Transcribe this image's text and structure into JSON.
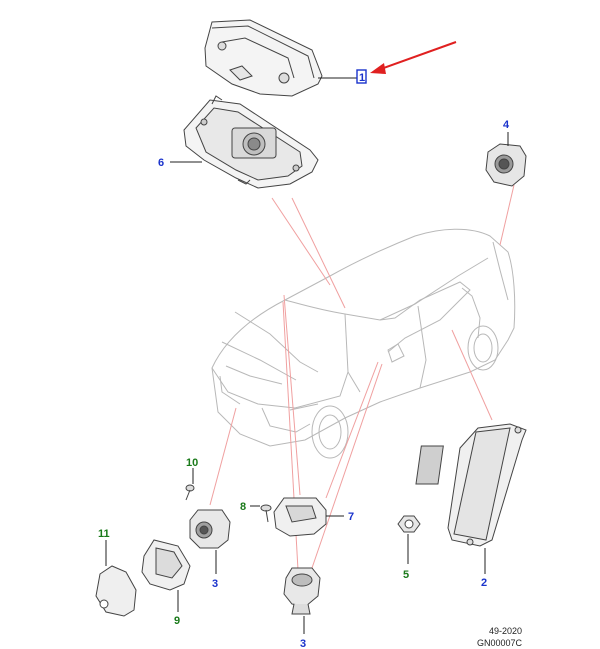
{
  "callouts": {
    "c1": "1",
    "c2": "2",
    "c3a": "3",
    "c3b": "3",
    "c4": "4",
    "c5": "5",
    "c6": "6",
    "c7": "7",
    "c8": "8",
    "c9": "9",
    "c10": "10",
    "c11": "11"
  },
  "reference": {
    "code": "49-2020",
    "image_id": "GN00007C"
  },
  "colors": {
    "callout_blue": "#1a33cc",
    "callout_green": "#1a7a1a",
    "pointer_red": "#e02020",
    "leader_pink": "#f0a0a0",
    "line_art": "#444444"
  }
}
